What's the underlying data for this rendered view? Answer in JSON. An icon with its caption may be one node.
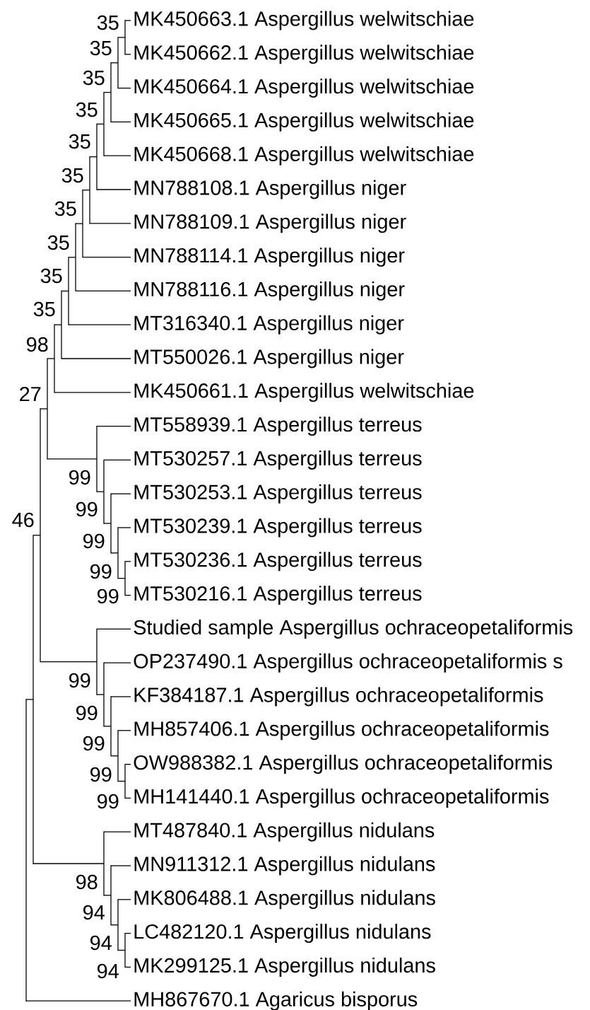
{
  "diagram": {
    "nodes": [
      {
        "text": [
          "MK450663.1 Aspergillus welwitschiae"
        ]
      },
      {
        "text": [
          "MK450662.1 Aspergillus welwitschiae"
        ]
      },
      {
        "text": [
          "MK450664.1 Aspergillus welwitschiae"
        ]
      },
      {
        "text": [
          "MK450665.1 Aspergillus welwitschiae"
        ]
      },
      {
        "text": [
          "MK450668.1 Aspergillus welwitschiae"
        ]
      },
      {
        "text": [
          "MN788108.1 Aspergillus niger"
        ]
      },
      {
        "text": [
          "MN788109.1 Aspergillus niger"
        ]
      },
      {
        "text": [
          "MN788114.1 Aspergillus niger"
        ]
      },
      {
        "text": [
          "MN788116.1 Aspergillus niger"
        ]
      },
      {
        "text": [
          "MT316340.1 Aspergillus niger"
        ]
      },
      {
        "text": [
          "MT550026.1 Aspergillus niger"
        ]
      },
      {
        "text": [
          "MK450661.1 Aspergillus welwitschiae"
        ]
      },
      {
        "text": [
          "MT558939.1 Aspergillus terreus"
        ]
      },
      {
        "text": [
          "MT530257.1 Aspergillus terreus"
        ]
      },
      {
        "text": [
          "MT530253.1 Aspergillus terreus"
        ]
      },
      {
        "text": [
          "MT530239.1 Aspergillus terreus"
        ]
      },
      {
        "text": [
          "MT530236.1 Aspergillus terreus"
        ]
      },
      {
        "text": [
          "MT530216.1 Aspergillus terreus"
        ]
      },
      {
        "text": [
          "Studied sample Aspergillus ochraceopetaliformis"
        ]
      },
      {
        "text": [
          "OP237490.1 Aspergillus ochraceopetaliformis s"
        ]
      },
      {
        "text": [
          "KF384187.1 Aspergillus ochraceopetaliformis"
        ]
      },
      {
        "text": [
          "MH857406.1 Aspergillus ochraceopetaliformis"
        ]
      },
      {
        "text": [
          "OW988382.1 Aspergillus ochraceopetaliformis"
        ]
      },
      {
        "text": [
          "MH141440.1 Aspergillus ochraceopetaliformis"
        ]
      },
      {
        "text": [
          "MT487840.1 Aspergillus nidulans"
        ]
      },
      {
        "text": [
          "MN911312.1 Aspergillus nidulans"
        ]
      },
      {
        "text": [
          "MK806488.1 Aspergillus nidulans"
        ]
      },
      {
        "text": [
          "LC482120.1 Aspergillus nidulans"
        ]
      },
      {
        "text": [
          "MK299125.1 Aspergillus nidulans"
        ]
      },
      {
        "text": [
          "MH867670.1 Agaricus bisporus"
        ]
      },
      {
        "text": [],
        "shape": "bar",
        "beside": [
          "35"
        ]
      },
      {
        "text": [],
        "shape": "bar",
        "beside": [
          "35"
        ]
      },
      {
        "text": [],
        "shape": "bar",
        "beside": [
          "35"
        ]
      },
      {
        "text": [],
        "shape": "bar",
        "beside": [
          "35"
        ]
      },
      {
        "text": [],
        "shape": "bar",
        "beside": [
          "35"
        ]
      },
      {
        "text": [],
        "shape": "bar",
        "beside": [
          "35"
        ]
      },
      {
        "text": [],
        "shape": "bar",
        "beside": [
          "35"
        ]
      },
      {
        "text": [],
        "shape": "bar",
        "beside": [
          "35"
        ]
      },
      {
        "text": [],
        "shape": "bar",
        "beside": [
          "35"
        ]
      },
      {
        "text": [],
        "shape": "bar",
        "beside": [
          "35"
        ]
      },
      {
        "text": [],
        "shape": "bar",
        "beside": [
          "98"
        ]
      },
      {
        "text": [],
        "shape": "bar",
        "beside": [
          "99"
        ]
      },
      {
        "text": [],
        "shape": "bar",
        "beside": [
          "99"
        ]
      },
      {
        "text": [],
        "shape": "bar",
        "beside": [
          "99"
        ]
      },
      {
        "text": [],
        "shape": "bar",
        "beside": [
          "99"
        ]
      },
      {
        "text": [],
        "shape": "bar",
        "beside": [
          "99"
        ]
      },
      {
        "text": [],
        "shape": "bar",
        "beside": [
          "27"
        ]
      },
      {
        "text": [],
        "shape": "bar",
        "beside": [
          "99"
        ]
      },
      {
        "text": [],
        "shape": "bar",
        "beside": [
          "99"
        ]
      },
      {
        "text": [],
        "shape": "bar",
        "beside": [
          "99"
        ]
      },
      {
        "text": [],
        "shape": "bar",
        "beside": [
          "99"
        ]
      },
      {
        "text": [],
        "shape": "bar",
        "beside": [
          "99"
        ]
      },
      {
        "text": [],
        "shape": "bar",
        "beside": [
          "46"
        ]
      },
      {
        "text": [],
        "shape": "bar",
        "beside": [
          "98"
        ]
      },
      {
        "text": [],
        "shape": "bar",
        "beside": [
          "94"
        ]
      },
      {
        "text": [],
        "shape": "bar",
        "beside": [
          "94"
        ]
      },
      {
        "text": [],
        "shape": "bar",
        "beside": [
          "94"
        ]
      },
      {
        "text": [],
        "shape": "bar"
      },
      {
        "text": [],
        "shape": "bar"
      }
    ],
    "edges": [
      {
        "from": 30,
        "to": 0,
        "arrow": "none"
      },
      {
        "from": 30,
        "to": 1,
        "arrow": "none"
      },
      {
        "from": 31,
        "to": 30,
        "arrow": "none"
      },
      {
        "from": 31,
        "to": 2,
        "arrow": "none"
      },
      {
        "from": 32,
        "to": 31,
        "arrow": "none"
      },
      {
        "from": 32,
        "to": 3,
        "arrow": "none"
      },
      {
        "from": 33,
        "to": 32,
        "arrow": "none"
      },
      {
        "from": 33,
        "to": 4,
        "arrow": "none"
      },
      {
        "from": 34,
        "to": 33,
        "arrow": "none"
      },
      {
        "from": 34,
        "to": 5,
        "arrow": "none"
      },
      {
        "from": 35,
        "to": 34,
        "arrow": "none"
      },
      {
        "from": 35,
        "to": 6,
        "arrow": "none"
      },
      {
        "from": 36,
        "to": 35,
        "arrow": "none"
      },
      {
        "from": 36,
        "to": 7,
        "arrow": "none"
      },
      {
        "from": 37,
        "to": 36,
        "arrow": "none"
      },
      {
        "from": 37,
        "to": 8,
        "arrow": "none"
      },
      {
        "from": 38,
        "to": 37,
        "arrow": "none"
      },
      {
        "from": 38,
        "to": 9,
        "arrow": "none"
      },
      {
        "from": 39,
        "to": 38,
        "arrow": "none"
      },
      {
        "from": 39,
        "to": 10,
        "arrow": "none"
      },
      {
        "from": 40,
        "to": 39,
        "arrow": "none"
      },
      {
        "from": 40,
        "to": 11,
        "arrow": "none"
      },
      {
        "from": 41,
        "to": 12,
        "arrow": "none"
      },
      {
        "from": 41,
        "to": 42,
        "arrow": "none"
      },
      {
        "from": 42,
        "to": 13,
        "arrow": "none"
      },
      {
        "from": 42,
        "to": 43,
        "arrow": "none"
      },
      {
        "from": 43,
        "to": 14,
        "arrow": "none"
      },
      {
        "from": 43,
        "to": 44,
        "arrow": "none"
      },
      {
        "from": 44,
        "to": 15,
        "arrow": "none"
      },
      {
        "from": 44,
        "to": 45,
        "arrow": "none"
      },
      {
        "from": 45,
        "to": 16,
        "arrow": "none"
      },
      {
        "from": 45,
        "to": 17,
        "arrow": "none"
      },
      {
        "from": 46,
        "to": 40,
        "arrow": "none"
      },
      {
        "from": 46,
        "to": 41,
        "arrow": "none"
      },
      {
        "from": 47,
        "to": 18,
        "arrow": "none"
      },
      {
        "from": 47,
        "to": 48,
        "arrow": "none"
      },
      {
        "from": 48,
        "to": 19,
        "arrow": "none"
      },
      {
        "from": 48,
        "to": 49,
        "arrow": "none"
      },
      {
        "from": 49,
        "to": 20,
        "arrow": "none"
      },
      {
        "from": 49,
        "to": 50,
        "arrow": "none"
      },
      {
        "from": 50,
        "to": 21,
        "arrow": "none"
      },
      {
        "from": 50,
        "to": 51,
        "arrow": "none"
      },
      {
        "from": 51,
        "to": 22,
        "arrow": "none"
      },
      {
        "from": 51,
        "to": 23,
        "arrow": "none"
      },
      {
        "from": 52,
        "to": 46,
        "arrow": "none"
      },
      {
        "from": 52,
        "to": 47,
        "arrow": "none"
      },
      {
        "from": 53,
        "to": 24,
        "arrow": "none"
      },
      {
        "from": 53,
        "to": 54,
        "arrow": "none"
      },
      {
        "from": 54,
        "to": 25,
        "arrow": "none"
      },
      {
        "from": 54,
        "to": 55,
        "arrow": "none"
      },
      {
        "from": 55,
        "to": 26,
        "arrow": "none"
      },
      {
        "from": 55,
        "to": 56,
        "arrow": "none"
      },
      {
        "from": 56,
        "to": 27,
        "arrow": "none"
      },
      {
        "from": 56,
        "to": 28,
        "arrow": "none"
      },
      {
        "from": 58,
        "to": 52,
        "arrow": "none"
      },
      {
        "from": 58,
        "to": 53,
        "arrow": "none"
      },
      {
        "from": 57,
        "to": 58,
        "arrow": "none"
      },
      {
        "from": 57,
        "to": 29,
        "arrow": "none"
      }
    ]
  }
}
